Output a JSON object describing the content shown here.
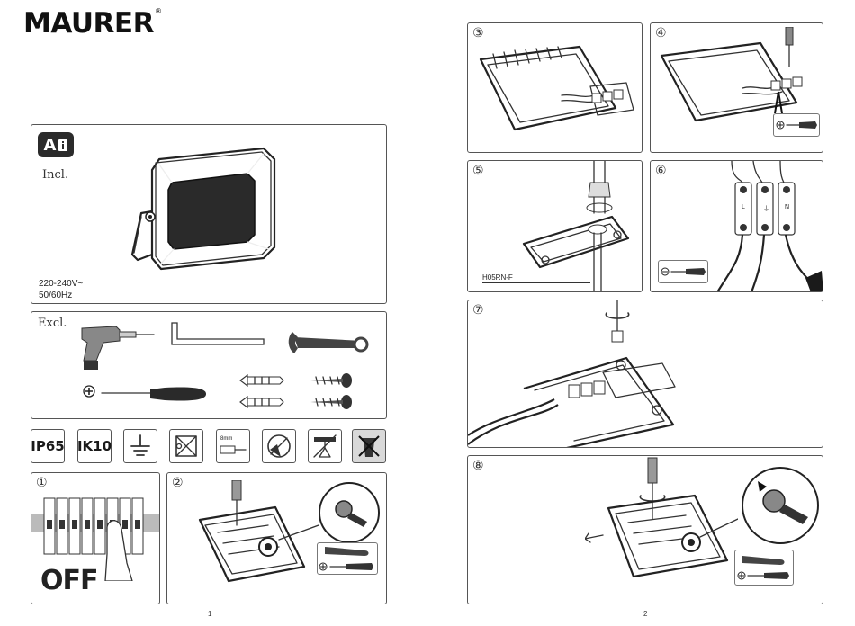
{
  "brand": {
    "name": "MAURER",
    "mark": "®"
  },
  "page1": {
    "page_number": "1",
    "included": {
      "badge_letter": "A",
      "label": "Incl.",
      "spec_voltage": "220-240V~",
      "spec_frequency": "50/60Hz"
    },
    "excluded": {
      "label": "Excl."
    },
    "symbols": [
      {
        "name": "ip65",
        "label": "IP65"
      },
      {
        "name": "ik10",
        "label": "IK10"
      },
      {
        "name": "earth-ground",
        "label": ""
      },
      {
        "name": "class-box",
        "label": ""
      },
      {
        "name": "strip-length",
        "label": "8mm"
      },
      {
        "name": "no-cover",
        "label": ""
      },
      {
        "name": "no-tilt",
        "label": ""
      },
      {
        "name": "no-disposal",
        "label": ""
      }
    ],
    "steps": [
      {
        "number": "①",
        "caption": "OFF"
      },
      {
        "number": "②",
        "caption": ""
      }
    ]
  },
  "page2": {
    "page_number": "2",
    "steps": [
      {
        "number": "③"
      },
      {
        "number": "④"
      },
      {
        "number": "⑤",
        "cable_label": "H05RN-F"
      },
      {
        "number": "⑥",
        "terminals": [
          "L",
          "⏚",
          "N"
        ]
      },
      {
        "number": "⑦"
      },
      {
        "number": "⑧"
      }
    ]
  },
  "colors": {
    "ink": "#1a1a1a",
    "border": "#555555",
    "symbol_fill": "#d9d9d9"
  }
}
